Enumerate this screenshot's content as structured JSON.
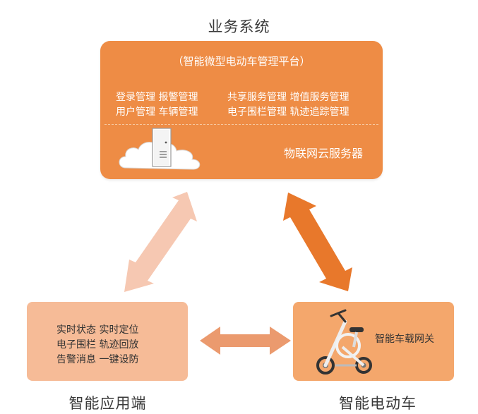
{
  "business_system": {
    "title": "业务系统",
    "platform": "（智能微型电动车管理平台）",
    "functions_left": [
      "登录管理  报警管理",
      "用户管理  车辆管理"
    ],
    "functions_right": [
      "共享服务管理  增值服务管理",
      "电子围栏管理  轨迹追踪管理"
    ],
    "server_label": "物联网云服务器"
  },
  "app_client": {
    "title": "智能应用端",
    "functions": [
      "实时状态    实时定位",
      "电子围栏  轨迹回放",
      "告警消息    一键设防"
    ]
  },
  "e_vehicle": {
    "title": "智能电动车",
    "gateway_label": "智能车载网关"
  },
  "icons": [
    "cloud-server-icon",
    "e-scooter-icon"
  ],
  "colors": {
    "server_box": "#ee8c45",
    "app_box": "#f6bb97",
    "vehicle_box": "#f4a76c",
    "arrow_dark": "#e8782b",
    "arrow_light": "#f6c8b2",
    "arrow_mid": "#eb9a6e"
  }
}
